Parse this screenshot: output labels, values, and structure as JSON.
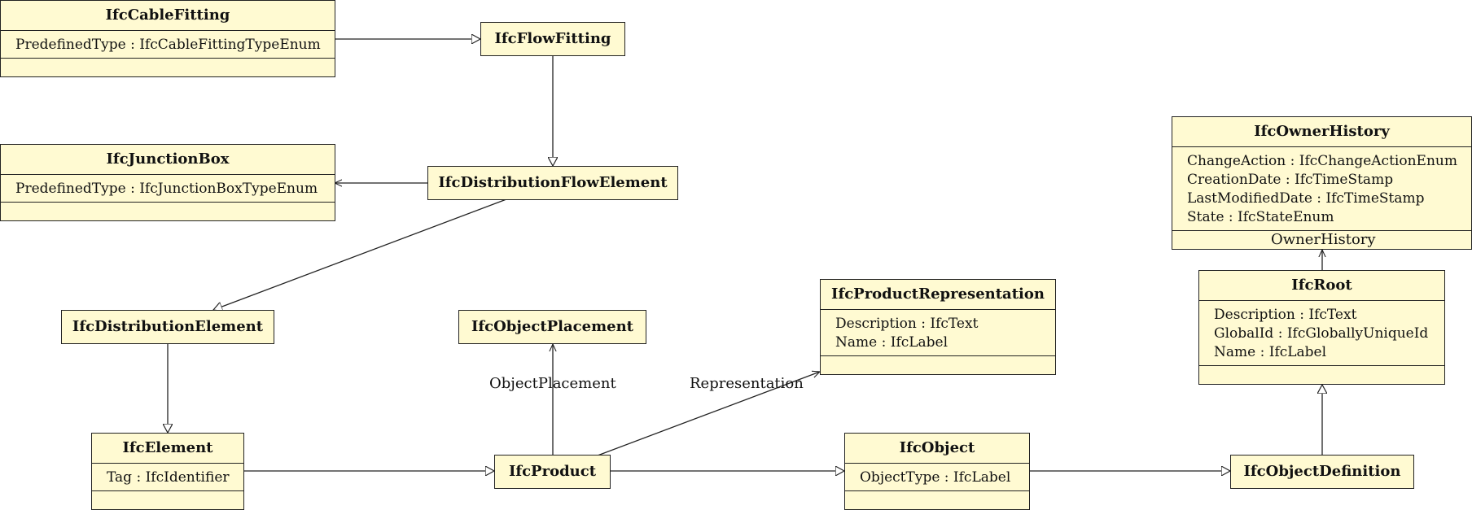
{
  "classes": {
    "cable_fitting": {
      "name": "IfcCableFitting",
      "attributes": [
        "PredefinedType : IfcCableFittingTypeEnum"
      ]
    },
    "flow_fitting": {
      "name": "IfcFlowFitting"
    },
    "junction_box": {
      "name": "IfcJunctionBox",
      "attributes": [
        "PredefinedType : IfcJunctionBoxTypeEnum"
      ]
    },
    "distribution_flow_element": {
      "name": "IfcDistributionFlowElement"
    },
    "distribution_element": {
      "name": "IfcDistributionElement"
    },
    "object_placement": {
      "name": "IfcObjectPlacement"
    },
    "product_representation": {
      "name": "IfcProductRepresentation",
      "attributes": [
        "Description : IfcText",
        "Name : IfcLabel"
      ]
    },
    "owner_history": {
      "name": "IfcOwnerHistory",
      "attributes": [
        "ChangeAction : IfcChangeActionEnum",
        "CreationDate : IfcTimeStamp",
        "LastModifiedDate : IfcTimeStamp",
        "State : IfcStateEnum"
      ]
    },
    "root": {
      "name": "IfcRoot",
      "attributes": [
        "Description : IfcText",
        "GlobalId : IfcGloballyUniqueId",
        "Name : IfcLabel"
      ]
    },
    "element": {
      "name": "IfcElement",
      "attributes": [
        "Tag : IfcIdentifier"
      ]
    },
    "product": {
      "name": "IfcProduct"
    },
    "object": {
      "name": "IfcObject",
      "attributes": [
        "ObjectType : IfcLabel"
      ]
    },
    "object_definition": {
      "name": "IfcObjectDefinition"
    }
  },
  "relations": {
    "object_placement_label": "ObjectPlacement",
    "representation_label": "Representation",
    "owner_history_label": "OwnerHistory"
  }
}
